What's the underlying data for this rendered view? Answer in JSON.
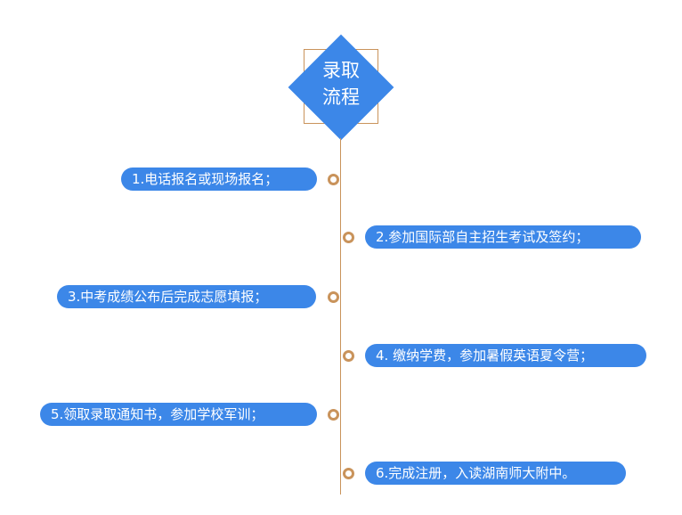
{
  "root": {
    "line1": "录取",
    "line2": "流程"
  },
  "steps": [
    {
      "label": "1.电话报名或现场报名；"
    },
    {
      "label": "2.参加国际部自主招生考试及签约；"
    },
    {
      "label": "3.中考成绩公布后完成志愿填报；"
    },
    {
      "label": "4. 缴纳学费，参加暑假英语夏令营；"
    },
    {
      "label": "5.领取录取通知书，参加学校军训；"
    },
    {
      "label": "6.完成注册，入读湖南师大附中。"
    }
  ],
  "colors": {
    "node": "#3c87e8",
    "connector": "#c9935b"
  }
}
